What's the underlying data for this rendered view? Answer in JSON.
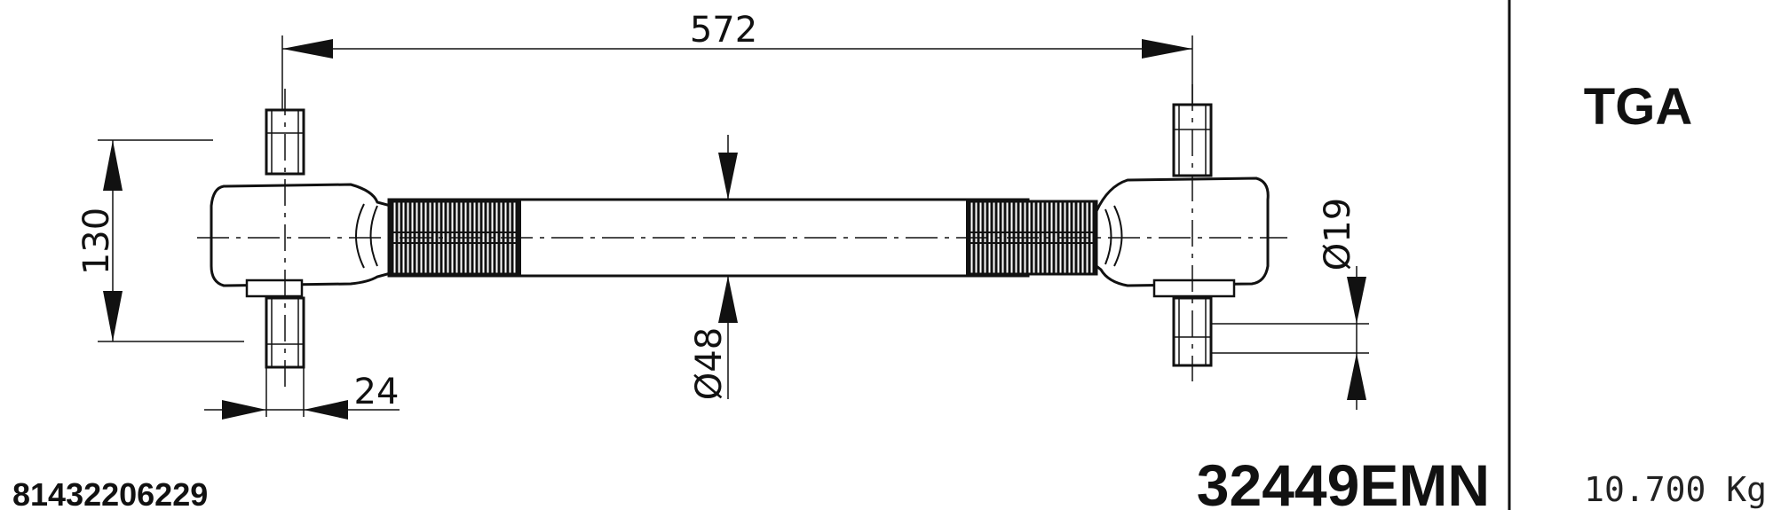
{
  "dimensions": {
    "length": "572",
    "height": "130",
    "bolt_width": "24",
    "tube_diameter": "Ø48",
    "bolt_diameter": "Ø19"
  },
  "model": "TGA",
  "part_number": "32449EMN",
  "oem_number": "81432206229",
  "weight": "10.700 Kg"
}
